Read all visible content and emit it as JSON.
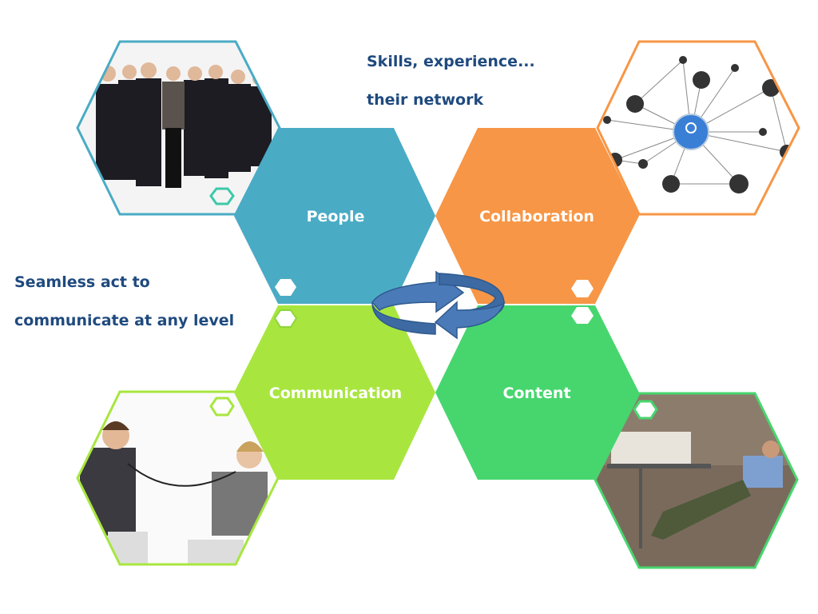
{
  "hexagons": [
    {
      "label": "People",
      "color": "#4aabc5"
    },
    {
      "label": "Collaboration",
      "color": "#f79646"
    },
    {
      "label": "Communication",
      "color": "#a8e63f"
    },
    {
      "label": "Content",
      "color": "#47d66e"
    }
  ],
  "captions": {
    "top_line1": "Skills, experience...",
    "top_line2": "their network",
    "left_line1": "Seamless act to",
    "left_line2": "communicate at any level"
  },
  "colors": {
    "caption": "#1f4a7e",
    "cycle_arrow": "#4a7ab8"
  }
}
